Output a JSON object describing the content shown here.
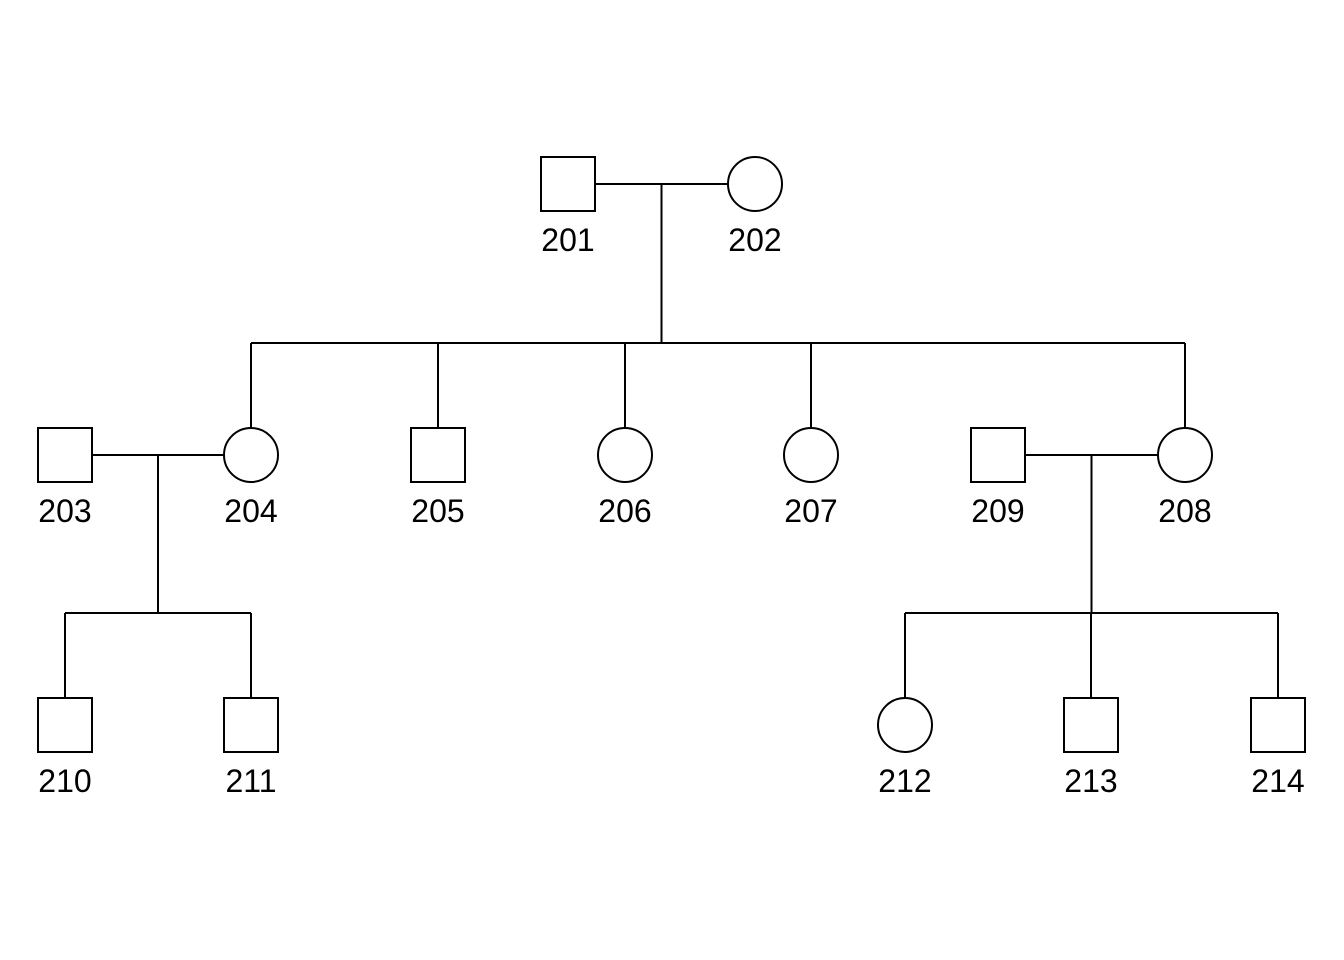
{
  "diagram": {
    "type": "pedigree",
    "individuals": [
      {
        "id": "201",
        "sex": "male",
        "generation": 1
      },
      {
        "id": "202",
        "sex": "female",
        "generation": 1
      },
      {
        "id": "203",
        "sex": "male",
        "generation": 2
      },
      {
        "id": "204",
        "sex": "female",
        "generation": 2
      },
      {
        "id": "205",
        "sex": "male",
        "generation": 2
      },
      {
        "id": "206",
        "sex": "female",
        "generation": 2
      },
      {
        "id": "207",
        "sex": "female",
        "generation": 2
      },
      {
        "id": "209",
        "sex": "male",
        "generation": 2
      },
      {
        "id": "208",
        "sex": "female",
        "generation": 2
      },
      {
        "id": "210",
        "sex": "male",
        "generation": 3
      },
      {
        "id": "211",
        "sex": "male",
        "generation": 3
      },
      {
        "id": "212",
        "sex": "female",
        "generation": 3
      },
      {
        "id": "213",
        "sex": "male",
        "generation": 3
      },
      {
        "id": "214",
        "sex": "male",
        "generation": 3
      }
    ],
    "unions": [
      {
        "partners": [
          "201",
          "202"
        ],
        "children": [
          "204",
          "205",
          "206",
          "207",
          "208"
        ]
      },
      {
        "partners": [
          "203",
          "204"
        ],
        "children": [
          "210",
          "211"
        ]
      },
      {
        "partners": [
          "209",
          "208"
        ],
        "children": [
          "212",
          "213",
          "214"
        ]
      }
    ]
  }
}
